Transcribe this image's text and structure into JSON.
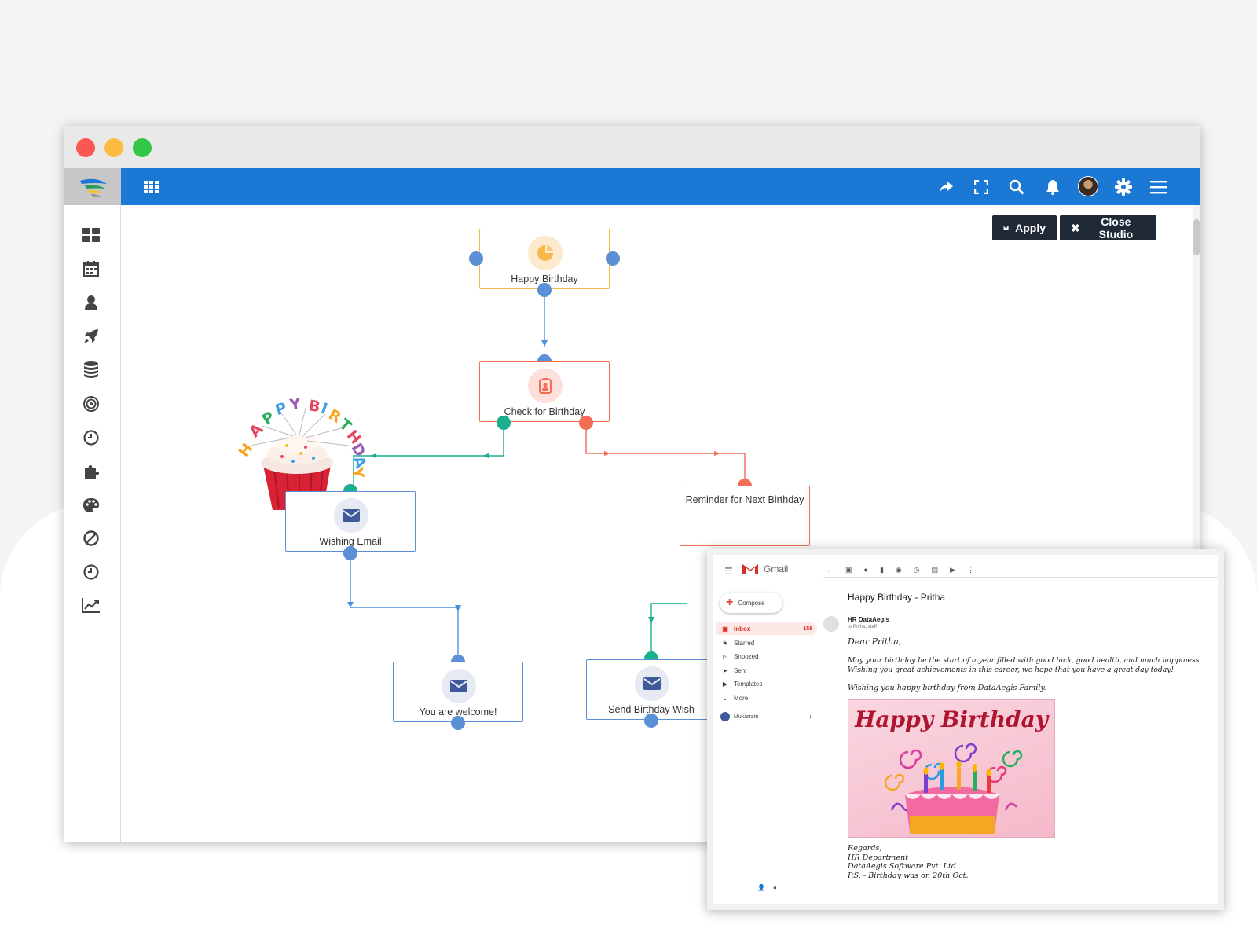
{
  "toolbar": {
    "apply_label": "Apply",
    "close_label": "Close Studio"
  },
  "flow": {
    "nodes": {
      "happy_birthday": "Happy Birthday",
      "check_birthday": "Check for Birthday",
      "wishing_email": "Wishing Email",
      "reminder": "Reminder for Next Birthday",
      "welcome": "You are welcome!",
      "send_wish": "Send Birthday Wish"
    },
    "decoration_text": "HAPPY BIRTHDAY"
  },
  "gmail": {
    "app_name": "Gmail",
    "compose_label": "Compose",
    "nav": [
      {
        "label": "Inbox",
        "count": "158"
      },
      {
        "label": "Starred"
      },
      {
        "label": "Snoozed"
      },
      {
        "label": "Sent"
      },
      {
        "label": "Templates"
      },
      {
        "label": "More"
      }
    ],
    "account_label": "Mukarram",
    "subject": "Happy Birthday - Pritha",
    "sender": "HR DataAegis",
    "recipients": "to Pritha, staff",
    "greeting": "Dear Pritha,",
    "body_line1": "May your birthday be the start of a year filled with good luck, good health, and much happiness.",
    "body_line2": "Wishing you great achievements in this career, we hope that you have a great day today!",
    "body_line3": "Wishing you happy birthday from DataAegis Family.",
    "card_title": "Happy Birthday",
    "signature": {
      "line1": "Regards,",
      "line2": "HR Department",
      "line3": "DataAegis Software Pvt. Ltd",
      "line4": "P.S. - Birthday was on 20th Oct."
    }
  },
  "colors": {
    "appbar": "#1b78d4",
    "button_dark": "#1f2a36",
    "node_orange": "#f7b84b",
    "node_red": "#f36c54",
    "node_blue": "#5b8fd6",
    "node_teal": "#1aaf8f",
    "gmail_red": "#d93025"
  }
}
